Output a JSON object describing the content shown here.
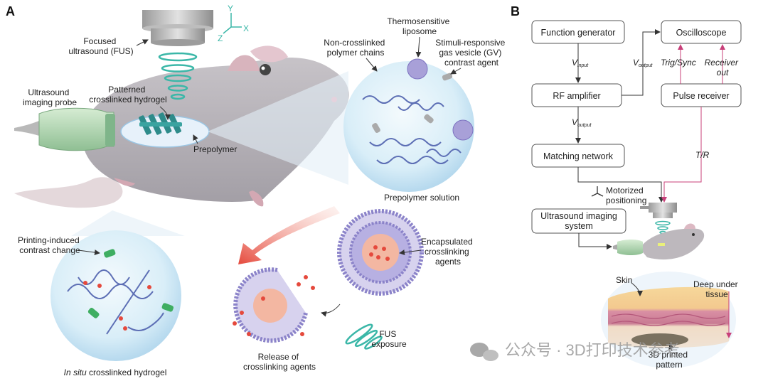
{
  "panel_a": {
    "letter": "A",
    "fus_label": [
      "Focused",
      "ultrasound (FUS)"
    ],
    "axis_x": "X",
    "axis_y": "Y",
    "axis_z": "Z",
    "probe_label": [
      "Ultrasound",
      "imaging probe"
    ],
    "hydrogel_label": [
      "Patterned",
      "crosslinked hydrogel"
    ],
    "prepolymer_label": "Prepolymer",
    "liposome_label": [
      "Thermosensitive",
      "liposome"
    ],
    "chains_label": [
      "Non-crosslinked",
      "polymer chains"
    ],
    "gv_label": [
      "Stimuli-responsive",
      "gas vesicle (GV)",
      "contrast agent"
    ],
    "solution_label": "Prepolymer solution",
    "contrast_label": [
      "Printing-induced",
      "contrast change"
    ],
    "insitu_italic": "In situ",
    "insitu_rest": " crosslinked hydrogel",
    "encapsulated_label": [
      "Encapsulated",
      "crosslinking",
      "agents"
    ],
    "release_label": [
      "Release of",
      "crosslinking agents"
    ],
    "fus_exposure_label": [
      "FUS",
      "exposure"
    ]
  },
  "panel_b": {
    "letter": "B",
    "function_generator": "Function generator",
    "oscilloscope": "Oscilloscope",
    "rf_amplifier": "RF amplifier",
    "pulse_receiver": "Pulse receiver",
    "matching_network": "Matching network",
    "imaging_system": [
      "Ultrasound imaging",
      "system"
    ],
    "v_input_main": "V",
    "v_input_sub": "input",
    "v_output_main": "V",
    "v_output_sub": "output",
    "trig_sync": "Trig/Sync",
    "receiver_out": [
      "Receiver",
      "out"
    ],
    "t_r": "T/R",
    "motorized": [
      "Motorized",
      "positioning"
    ],
    "skin": "Skin",
    "deep_tissue": [
      "Deep under",
      "tissue"
    ],
    "printed_pattern": [
      "3D printed",
      "pattern"
    ]
  },
  "watermark": "公众号 · 3D打印技术参考",
  "colors": {
    "arrow_pink": "#c8407a",
    "arrow_red": "#e5493c",
    "ultrasound_teal": "#3bb7a8",
    "hydrogel_green": "#2e9a55",
    "chain_blue": "#5d6fb5",
    "sphere_blue": "#d6ebf7"
  }
}
